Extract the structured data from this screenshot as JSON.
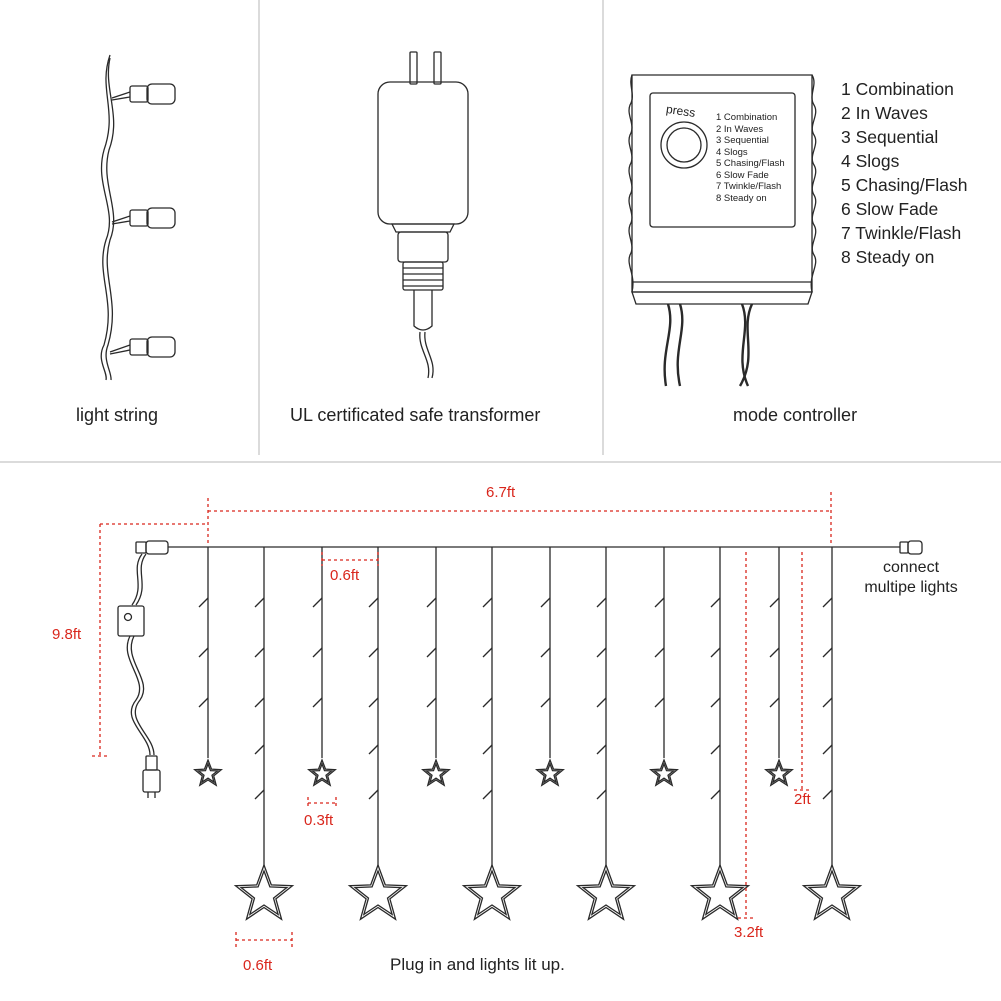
{
  "top_panels": {
    "light_string_caption": "light string",
    "transformer_caption": "UL certificated safe transformer",
    "controller_caption": "mode controller"
  },
  "controller_box": {
    "press_label": "press",
    "modes": [
      "1 Combination",
      "2 In Waves",
      "3 Sequential",
      "4 Slogs",
      "5 Chasing/Flash",
      "6 Slow Fade",
      "7 Twinkle/Flash",
      "8 Steady on"
    ]
  },
  "mode_list": [
    "1 Combination",
    "2 In Waves",
    "3 Sequential",
    "4 Slogs",
    "5 Chasing/Flash",
    "6 Slow Fade",
    "7 Twinkle/Flash",
    "8 Steady on"
  ],
  "dimensions": {
    "width": "6.7ft",
    "lead": "9.8ft",
    "strand_gap": "0.6ft",
    "small_star": "0.3ft",
    "large_star": "0.6ft",
    "short_strand": "2ft",
    "long_strand": "3.2ft"
  },
  "labels": {
    "connect_line1": "connect",
    "connect_line2": "multipe lights",
    "bottom_caption": "Plug in and lights lit up."
  },
  "colors": {
    "line": "#2a2a2a",
    "dimension": "#d9261c",
    "divider": "#cfcfcf"
  }
}
